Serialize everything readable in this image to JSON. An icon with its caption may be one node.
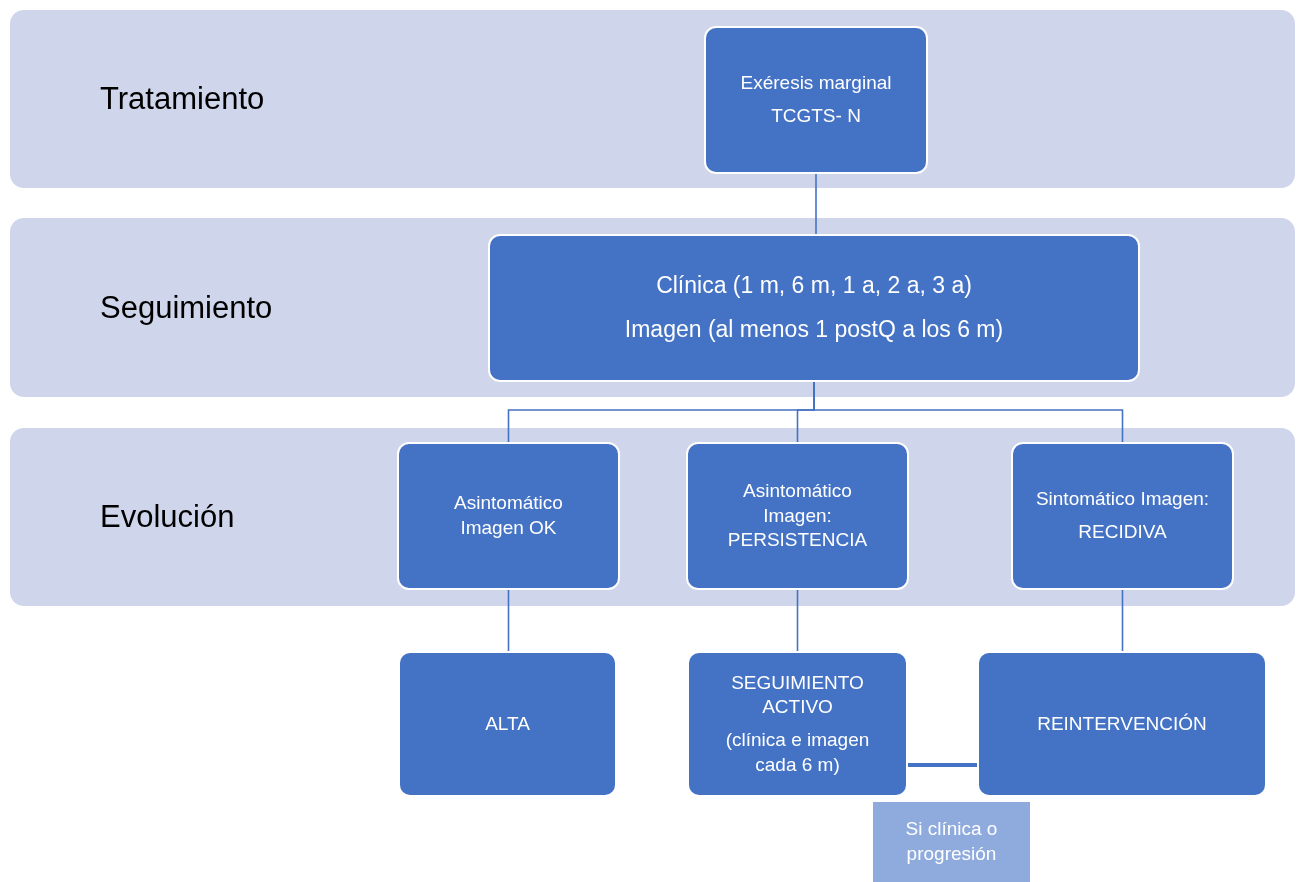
{
  "diagram": {
    "nodes": [
      {
        "text": [
          "Tratamiento"
        ]
      },
      {
        "text": [
          "Exéresis marginal",
          "TCGTS- N"
        ],
        "in": 0
      },
      {
        "text": [
          "Seguimiento"
        ]
      },
      {
        "text": [
          "Clínica (1 m, 6 m, 1 a, 2 a, 3 a)",
          "Imagen (al menos 1 postQ a los 6 m)"
        ],
        "in": 2
      },
      {
        "text": [
          "Evolución"
        ]
      },
      {
        "text": [
          "Asintomático Imagen OK"
        ],
        "in": 4
      },
      {
        "text": [
          "Asintomático Imagen: PERSISTENCIA"
        ],
        "in": 4
      },
      {
        "text": [
          "Sintomático Imagen:",
          "RECIDIVA"
        ],
        "in": 4
      },
      {
        "text": [
          "ALTA"
        ]
      },
      {
        "text": [
          "SEGUIMIENTO ACTIVO",
          "(clínica e imagen cada 6 m)"
        ]
      },
      {
        "text": [
          "REINTERVENCIÓN"
        ]
      },
      {
        "text": [
          "Si clínica o progresión"
        ]
      }
    ],
    "edges": [
      {
        "from": 1,
        "to": 3,
        "arrow": "none"
      },
      {
        "from": 3,
        "to": 5,
        "arrow": "none"
      },
      {
        "from": 3,
        "to": 6,
        "arrow": "none"
      },
      {
        "from": 3,
        "to": 7,
        "arrow": "none"
      },
      {
        "from": 5,
        "to": 8,
        "arrow": "none"
      },
      {
        "from": 6,
        "to": 9,
        "arrow": "none"
      },
      {
        "from": 7,
        "to": 10,
        "arrow": "none"
      },
      {
        "from": 9,
        "to": 10,
        "arrow": "none",
        "style": "thick"
      }
    ]
  }
}
